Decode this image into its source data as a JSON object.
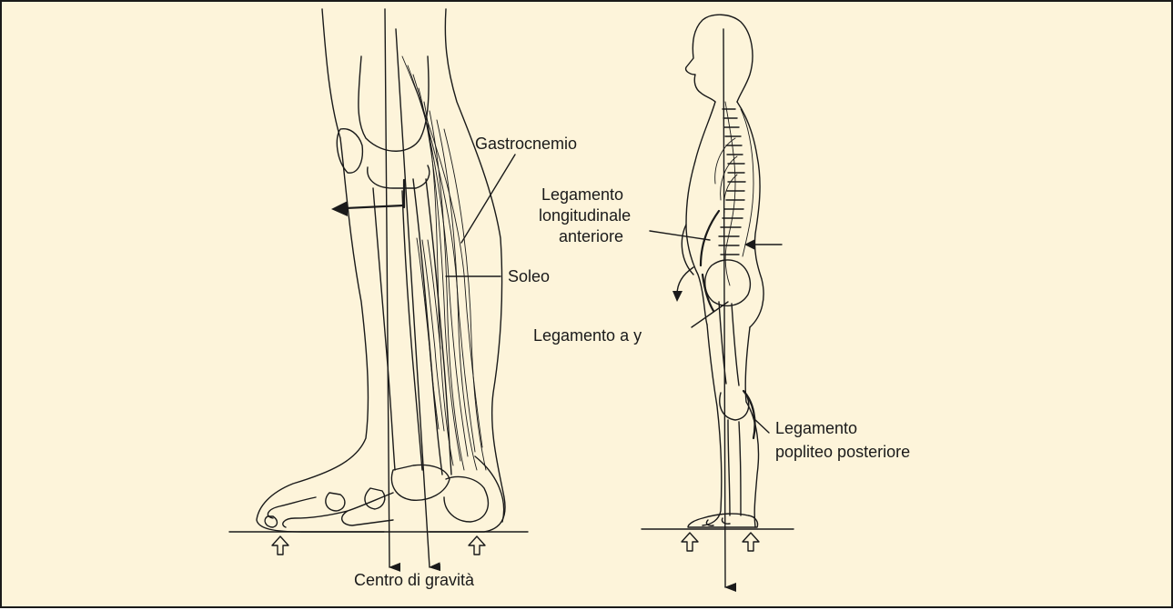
{
  "colors": {
    "background": "#fdf4da",
    "ink": "#1a1a1a",
    "border": "#1a1a1a"
  },
  "labels": {
    "gastrocnemio": "Gastrocnemio",
    "soleo": "Soleo",
    "centro_di_gravita": "Centro di gravità",
    "legamento_longitudinale": [
      "Legamento",
      "longitudinale",
      "anteriore"
    ],
    "legamento_a_y": "Legamento a y",
    "legamento_popliteo": [
      "Legamento",
      "popliteo posteriore"
    ]
  },
  "icons": [
    "leg-skeleton-drawing",
    "body-profile-drawing",
    "upward-hollow-arrow-icon",
    "downward-arrow-icon",
    "left-arrow-icon",
    "rotation-arrow-icon"
  ]
}
